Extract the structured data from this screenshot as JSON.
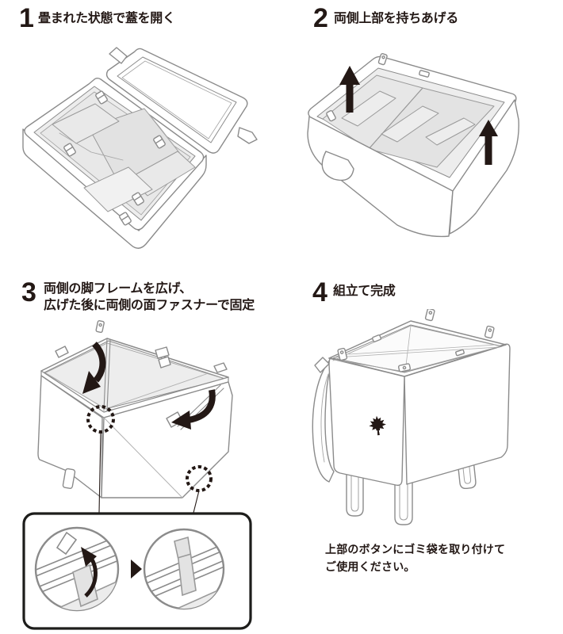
{
  "steps": [
    {
      "number": "1",
      "title": "畳まれた状態で蓋を開く"
    },
    {
      "number": "2",
      "title": "両側上部を持ちあげる"
    },
    {
      "number": "3",
      "title": "両側の脚フレームを広げ、",
      "title2": "広げた後に両側の面ファスナーで固定"
    },
    {
      "number": "4",
      "title": "組立て完成"
    }
  ],
  "note": {
    "line1": "上部のボタンにゴミ袋を取り付けて",
    "line2": "ご使用ください。"
  },
  "colors": {
    "ink": "#231815",
    "line_art_gray": "#8b8b8b",
    "panel_fill": "#ededed",
    "background": "#ffffff"
  },
  "icons": {
    "up_arrow": "▲ solid black up arrow",
    "curved_arrow": "⤵ solid black curved arrow",
    "dotted_circle": "◌ black dotted callout circle",
    "next_triangle": "▶",
    "maple_leaf": "black maple leaf mark"
  }
}
